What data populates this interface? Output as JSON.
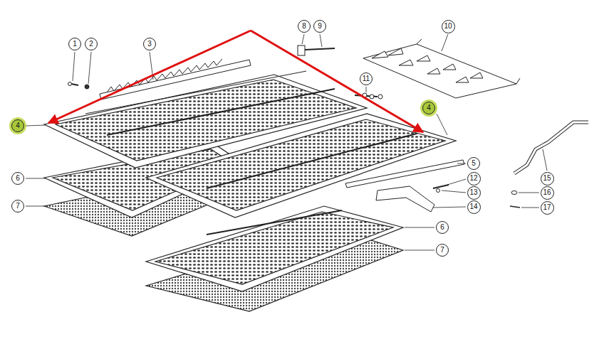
{
  "diagram": {
    "nodes": [
      {
        "text": [
          "8"
        ]
      },
      {
        "text": [
          "9"
        ]
      },
      {
        "text": [
          "10"
        ]
      },
      {
        "text": [
          "1"
        ]
      },
      {
        "text": [
          "2"
        ]
      },
      {
        "text": [
          "3"
        ]
      },
      {
        "text": [
          "11"
        ]
      },
      {
        "text": [
          "4"
        ]
      },
      {
        "text": [
          "4"
        ]
      },
      {
        "text": [
          "5"
        ]
      },
      {
        "text": [
          "6"
        ]
      },
      {
        "text": [
          "12"
        ]
      },
      {
        "text": [
          "15"
        ]
      },
      {
        "text": [
          "13"
        ]
      },
      {
        "text": [
          "16"
        ]
      },
      {
        "text": [
          "7"
        ]
      },
      {
        "text": [
          "14"
        ]
      },
      {
        "text": [
          "17"
        ]
      },
      {
        "text": [
          "6"
        ]
      },
      {
        "text": [
          "7"
        ]
      }
    ]
  }
}
